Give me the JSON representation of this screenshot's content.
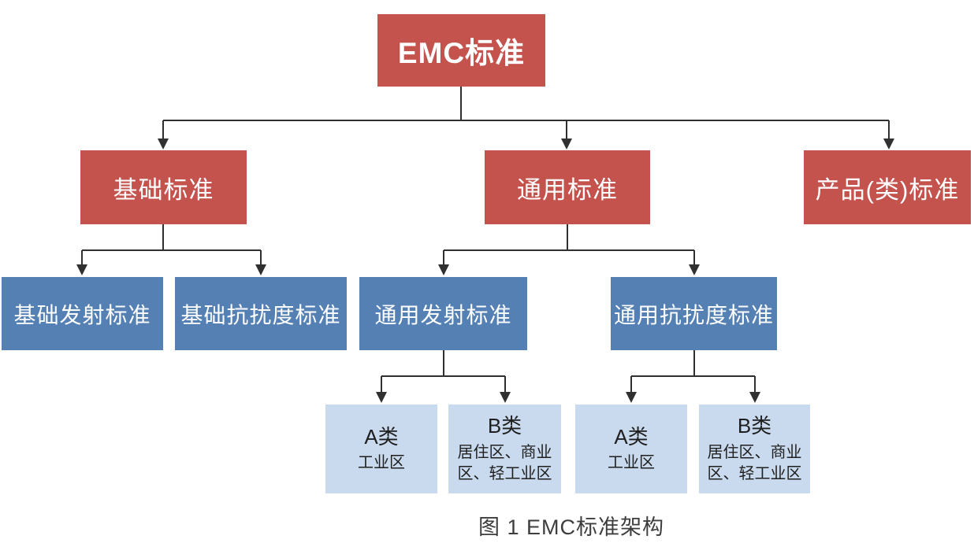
{
  "diagram": {
    "root": {
      "label": "EMC标准"
    },
    "level2": [
      {
        "label": "基础标准"
      },
      {
        "label": "通用标准"
      },
      {
        "label": "产品(类)标准"
      }
    ],
    "level3": [
      {
        "label": "基础发射标准"
      },
      {
        "label": "基础抗扰度标准"
      },
      {
        "label": "通用发射标准"
      },
      {
        "label": "通用抗扰度标准"
      }
    ],
    "level4": [
      {
        "title": "A类",
        "desc": "工业区"
      },
      {
        "title": "B类",
        "desc": "居住区、商业区、轻工业区"
      },
      {
        "title": "A类",
        "desc": "工业区"
      },
      {
        "title": "B类",
        "desc": "居住区、商业区、轻工业区"
      }
    ],
    "caption": "图 1  EMC标准架构",
    "colors": {
      "red_node": "#c4524d",
      "blue_node": "#5480b4",
      "light_blue_node": "#c9daee",
      "connector": "#303030",
      "node_text_light": "#ffffff",
      "node_text_dark": "#1f1f1f",
      "caption_text": "#3d3d3d"
    }
  }
}
